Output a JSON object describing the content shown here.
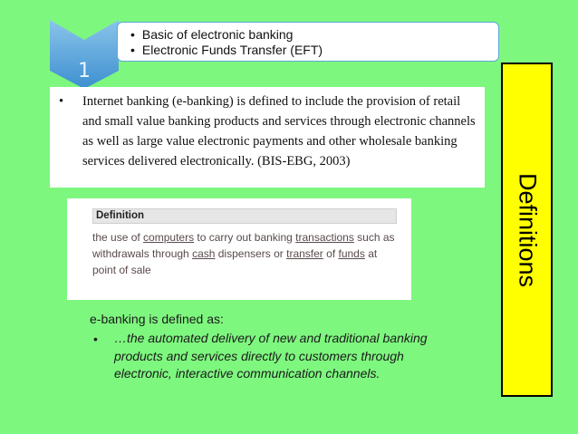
{
  "slide": {
    "step_number": "1",
    "top_box": {
      "items": [
        "Basic of electronic banking",
        "Electronic Funds Transfer (EFT)"
      ]
    },
    "quote": {
      "bullet": "•",
      "text": "Internet banking (e-banking) is defined to include the provision of retail and small value banking products and services through electronic channels as well as large value electronic payments and other wholesale banking services delivered electronically. (BIS-EBG, 2003)"
    },
    "definition_box": {
      "header": "Definition",
      "parts": {
        "p1": "the use of ",
        "link1": "computers",
        "p2": " to carry out banking ",
        "link2": "transactions",
        "p3": " such as withdrawals through ",
        "link3": "cash",
        "p4": " dispensers or ",
        "link4": "transfer",
        "p5": " of ",
        "link5": "funds",
        "p6": " at point of sale"
      }
    },
    "lower": {
      "heading": "e-banking is defined as:",
      "bullet": "•",
      "text": "…the automated delivery of new and traditional banking products and services directly to customers through electronic, interactive communication channels."
    },
    "side_label": "Definitions"
  },
  "colors": {
    "background": "#7ef77f",
    "chevron": "#4fa0dc",
    "side_box": "#ffff00"
  }
}
